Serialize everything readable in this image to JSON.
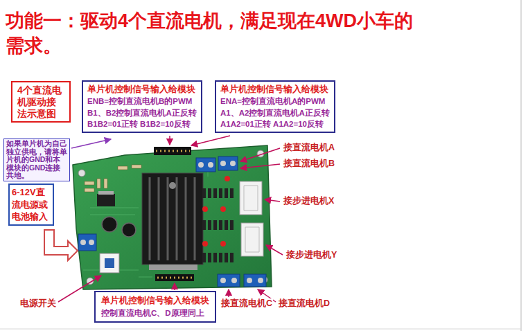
{
  "diagram": {
    "title": "功能一：驱动4个直流电机，满足现在4WD小车的需求。",
    "nodes": [
      {
        "text": [
          "4个直流电机驱动接法示意图"
        ]
      },
      {
        "text": [
          "单片机控制信号输入给模块",
          "ENB=控制直流电机B的PWM",
          "B1、B2控制直流电机A正反转",
          "B1B2=01正转 B1B2=10反转"
        ]
      },
      {
        "text": [
          "单片机控制信号输入给模块",
          "ENA=控制直流电机A的PWM",
          "A1、A2控制直流电机A正反转",
          "A1A2=01正转 A1A2=10反转"
        ]
      },
      {
        "text": [
          "如果单片机为自己独立供电，请将单片机的GND和本模块的GND连接共地。"
        ]
      },
      {
        "text": [
          "6-12V直流电源或电池输入"
        ]
      },
      {
        "text": [
          "单片机控制信号输入给模块",
          "控制直流电机C、D原理同上"
        ]
      }
    ],
    "labels": [
      "接直流电机A",
      "接直流电机B",
      "接步进电机X",
      "接步进电机Y",
      "电源开关",
      "接直流电机C",
      "接直流电机D"
    ]
  }
}
